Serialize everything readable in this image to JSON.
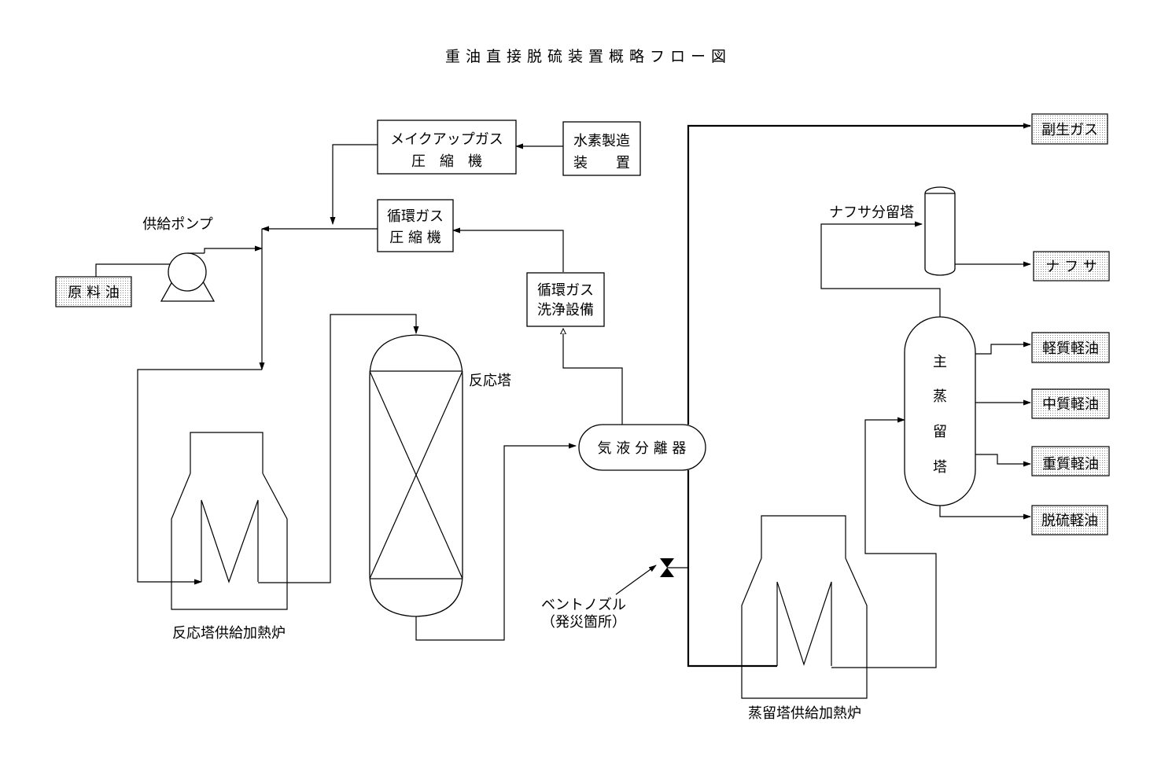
{
  "title": "重油直接脱硫装置概略フロー図",
  "equipment": {
    "makeup_compressor": [
      "メイクアップガス",
      "圧　縮　機"
    ],
    "hydrogen_unit": [
      "水素製造",
      "装　　置"
    ],
    "recycle_compressor": [
      "循環ガス",
      "圧 縮 機"
    ],
    "recycle_gas_cleaner": [
      "循環ガス",
      "洗浄設備"
    ],
    "feed_pump": "供給ポンプ",
    "reactor": "反応塔",
    "reactor_heater": "反応塔供給加熱炉",
    "separator": "気 液 分 離 器",
    "vent_nozzle": [
      "ベントノズル",
      "（発災箇所）"
    ],
    "distillation_heater": "蒸留塔供給加熱炉",
    "naphtha_splitter": "ナフサ分留塔",
    "main_column": [
      "主",
      "蒸",
      "留",
      "塔"
    ]
  },
  "streams": {
    "feed": "原 料 油",
    "byproduct_gas": "副生ガス",
    "naphtha": "ナ フ サ",
    "light_gas_oil": "軽質軽油",
    "middle_gas_oil": "中質軽油",
    "heavy_gas_oil": "重質軽油",
    "desulfurized_gas_oil": "脱硫軽油"
  }
}
